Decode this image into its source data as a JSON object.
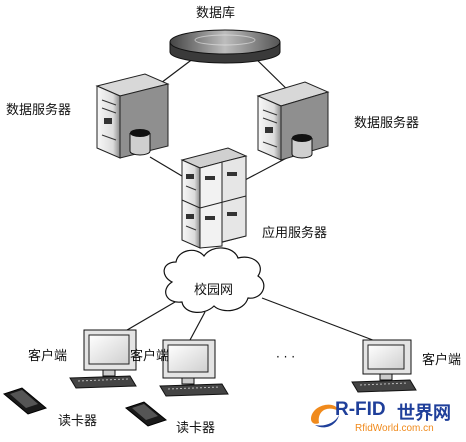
{
  "labels": {
    "database": "数据库",
    "data_server_left": "数据服务器",
    "data_server_right": "数据服务器",
    "app_server": "应用服务器",
    "campus_net": "校园网",
    "client_1": "客户端",
    "client_2": "客户端",
    "client_3": "客户端",
    "ellipsis": "· · ·",
    "reader_1": "读卡器",
    "reader_2": "读卡器"
  },
  "watermark": {
    "brand": "R-FID",
    "brand_cn": "世界网",
    "site": "RfidWorld.com.cn"
  },
  "colors": {
    "line": "#1a1a1a",
    "device_fill": "#efefef",
    "device_shade": "#9a9a9a",
    "watermark_blue": "#1f3f9a",
    "watermark_orange": "#f08a1c"
  }
}
